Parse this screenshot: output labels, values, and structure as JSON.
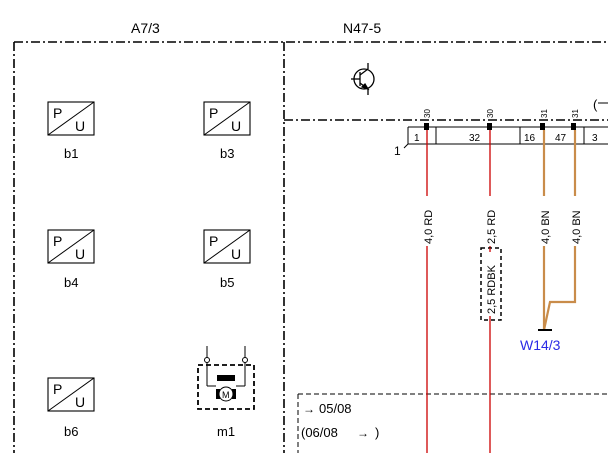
{
  "header": {
    "section_left": "A7/3",
    "section_right": "N47-5"
  },
  "sensors": [
    {
      "id": "b1",
      "symbol_top": "P",
      "symbol_bottom": "U"
    },
    {
      "id": "b3",
      "symbol_top": "P",
      "symbol_bottom": "U"
    },
    {
      "id": "b4",
      "symbol_top": "P",
      "symbol_bottom": "U"
    },
    {
      "id": "b5",
      "symbol_top": "P",
      "symbol_bottom": "U"
    },
    {
      "id": "b6",
      "symbol_top": "P",
      "symbol_bottom": "U"
    }
  ],
  "motor": {
    "id": "m1",
    "symbol": "M"
  },
  "connector": {
    "label": "1",
    "pin_numbers": [
      "1",
      "32",
      "16",
      "47",
      "3"
    ],
    "terminals": [
      "30",
      "30",
      "31",
      "31"
    ],
    "bracket": "("
  },
  "wires": [
    {
      "label": "4,0 RD",
      "color": "#cc0000"
    },
    {
      "label": "2,5 RD",
      "color": "#cc0000"
    },
    {
      "label": "4,0 BN",
      "color": "#c98c4a"
    },
    {
      "label": "4,0 BN",
      "color": "#c98c4a"
    }
  ],
  "splice_label": "2,5 RDBK",
  "ground": {
    "label": "W14/3",
    "color": "#2a2ae6"
  },
  "version_notes": [
    {
      "arrow": "→",
      "text": "05/08"
    },
    {
      "text": "(06/08",
      "arrow": "→",
      "close": ")"
    }
  ]
}
